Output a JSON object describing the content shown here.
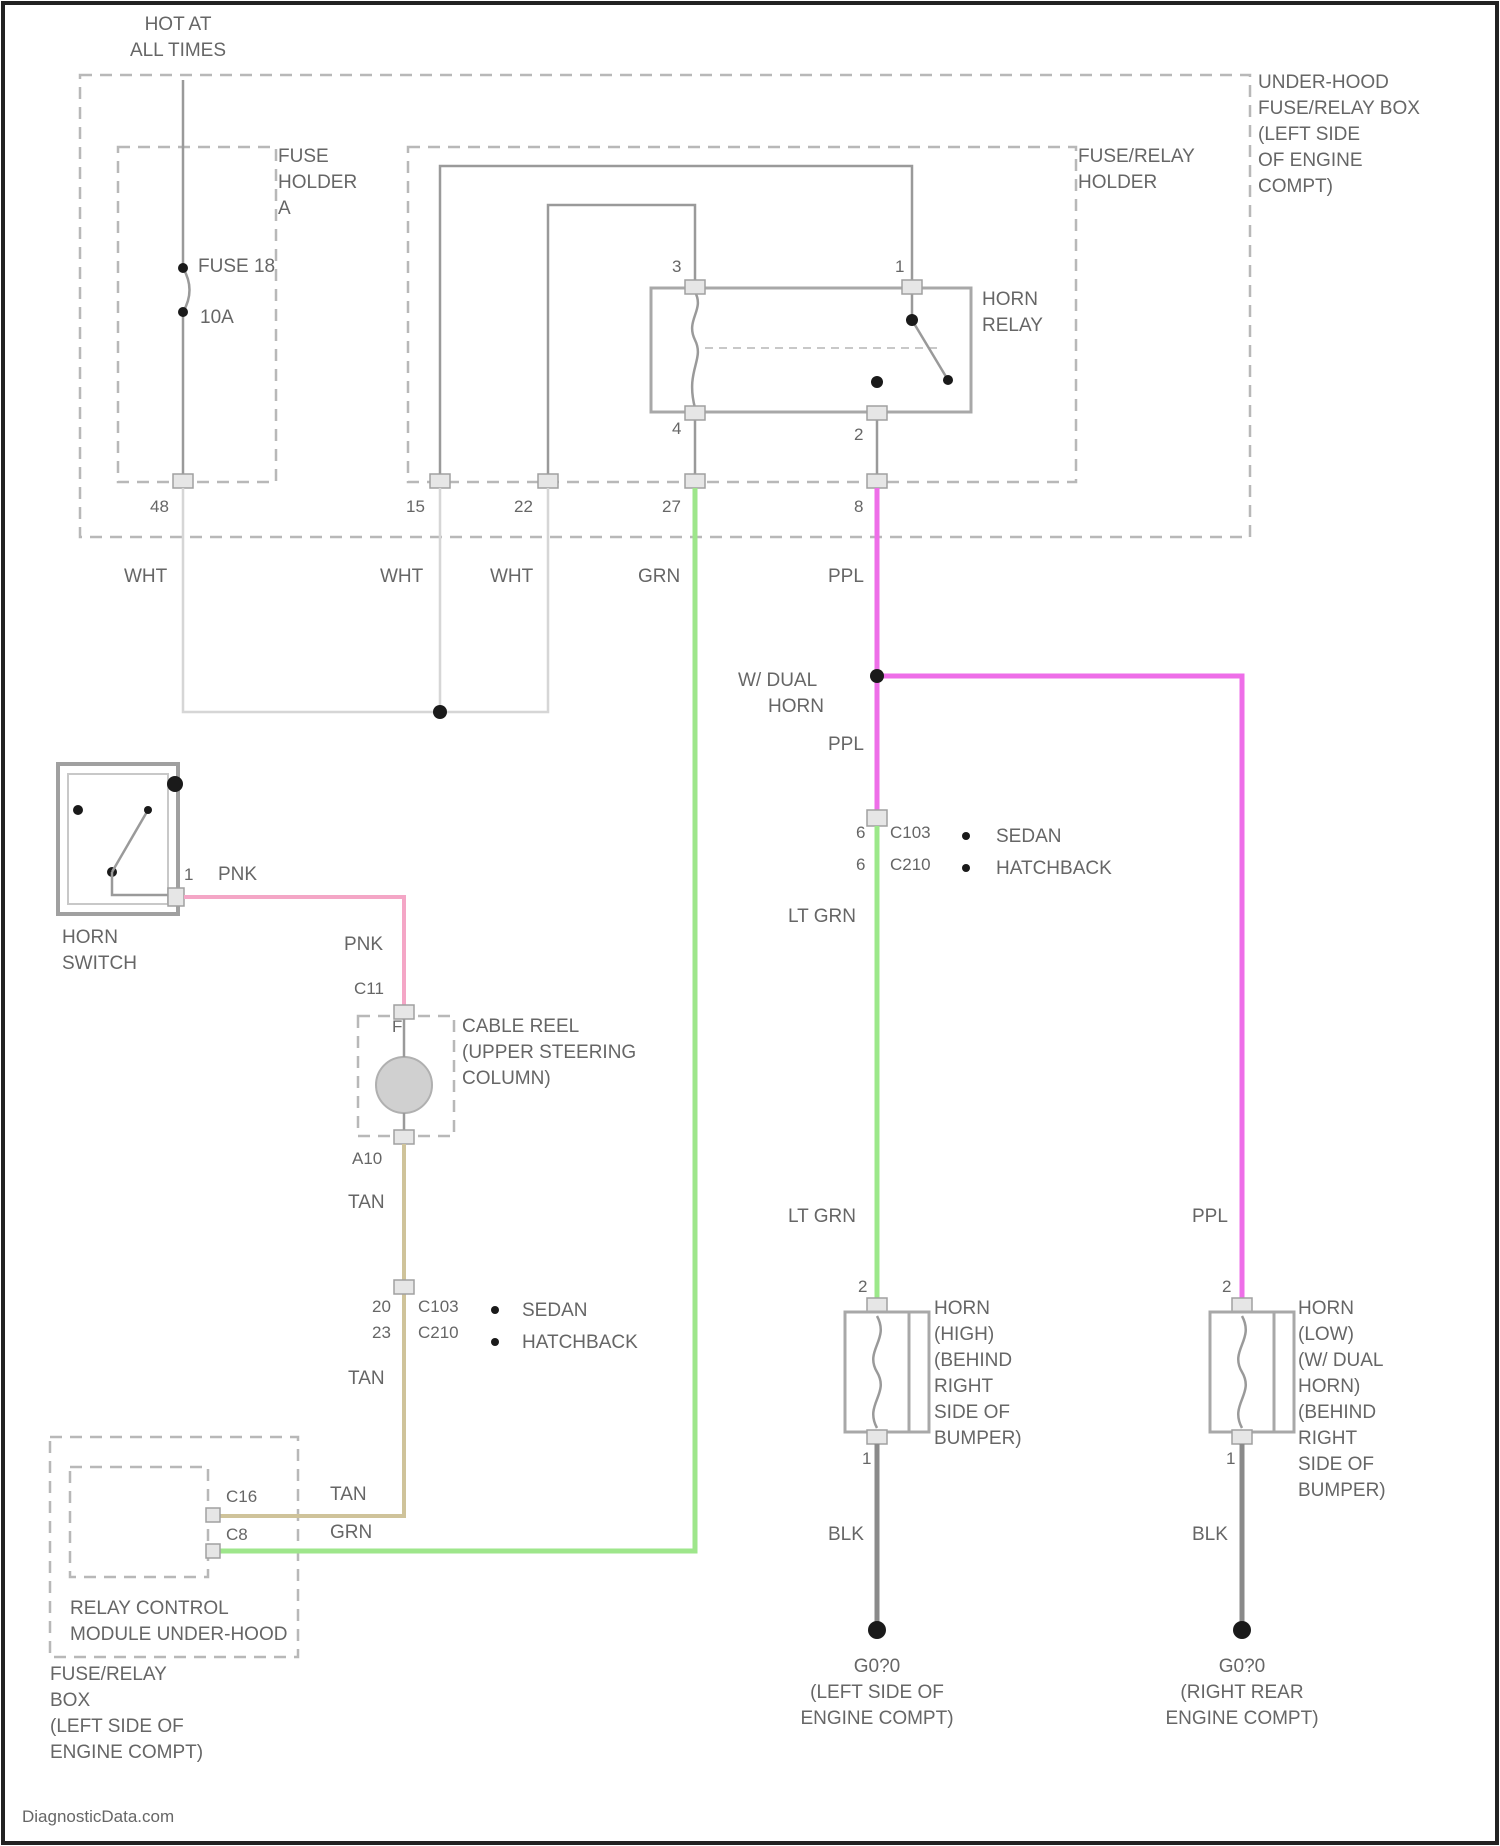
{
  "power": {
    "label_line1": "HOT AT",
    "label_line2": "ALL TIMES"
  },
  "fuse_box": {
    "lines": [
      "UNDER-HOOD",
      "FUSE/RELAY BOX",
      "(LEFT SIDE",
      "OF ENGINE",
      "COMPT)"
    ]
  },
  "fuse_holder": {
    "lines": [
      "FUSE",
      "HOLDER",
      "A"
    ],
    "fuse_label": "FUSE 18",
    "fuse_rating": "10A"
  },
  "relay_holder": {
    "lines": [
      "FUSE/RELAY",
      "HOLDER"
    ]
  },
  "horn_relay": {
    "lines": [
      "HORN",
      "RELAY"
    ],
    "pin_top_left": "3",
    "pin_top_right": "1",
    "pin_bottom_left": "4",
    "pin_bottom_right": "2"
  },
  "box_pins": {
    "p1": "48",
    "p2": "15",
    "p3": "22",
    "p4": "27",
    "p5": "8"
  },
  "wire_labels": {
    "wht1": "WHT",
    "wht2": "WHT",
    "wht3": "WHT",
    "grn_top": "GRN",
    "ppl_top": "PPL",
    "ppl_mid": "PPL",
    "lt_grn1": "LT GRN",
    "lt_grn2": "LT GRN",
    "ppl_right": "PPL",
    "blk1": "BLK",
    "blk2": "BLK",
    "pnk1": "PNK",
    "pnk2": "PNK",
    "tan1": "TAN",
    "tan2": "TAN",
    "tan3": "TAN",
    "grn_bottom": "GRN"
  },
  "dual_horn": {
    "line1": "W/ DUAL",
    "line2": "HORN"
  },
  "conn_right": {
    "pin1": "6",
    "name1": "C103",
    "variant1": "SEDAN",
    "pin2": "6",
    "name2": "C210",
    "variant2": "HATCHBACK"
  },
  "horn_switch": {
    "lines": [
      "HORN",
      "SWITCH"
    ],
    "pin": "1"
  },
  "cable_reel": {
    "conn": "C11",
    "pin_top": "F",
    "pin_bottom": "A10",
    "lines": [
      "CABLE REEL",
      "(UPPER STEERING",
      "COLUMN)"
    ]
  },
  "conn_left": {
    "pin1": "20",
    "name1": "C103",
    "variant1": "SEDAN",
    "pin2": "23",
    "name2": "C210",
    "variant2": "HATCHBACK"
  },
  "relay_module": {
    "pin1": "C16",
    "pin2": "C8",
    "lines": [
      "RELAY CONTROL",
      "MODULE UNDER-HOOD",
      "FUSE/RELAY",
      "BOX",
      "(LEFT SIDE OF",
      "ENGINE COMPT)"
    ]
  },
  "horn_high": {
    "pin_top": "2",
    "pin_bottom": "1",
    "lines": [
      "HORN",
      "(HIGH)",
      "(BEHIND",
      "RIGHT",
      "SIDE OF",
      "BUMPER)"
    ]
  },
  "horn_low": {
    "pin_top": "2",
    "pin_bottom": "1",
    "lines": [
      "HORN",
      "(LOW)",
      "(W/ DUAL",
      "HORN)",
      "(BEHIND",
      "RIGHT",
      "SIDE OF",
      "BUMPER)"
    ]
  },
  "ground1": {
    "name": "G0?0",
    "lines": [
      "(LEFT SIDE OF",
      "ENGINE COMPT)"
    ]
  },
  "ground2": {
    "name": "G0?0",
    "lines": [
      "(RIGHT REAR",
      "ENGINE COMPT)"
    ]
  },
  "footer": {
    "credit": "DiagnosticData.com"
  }
}
